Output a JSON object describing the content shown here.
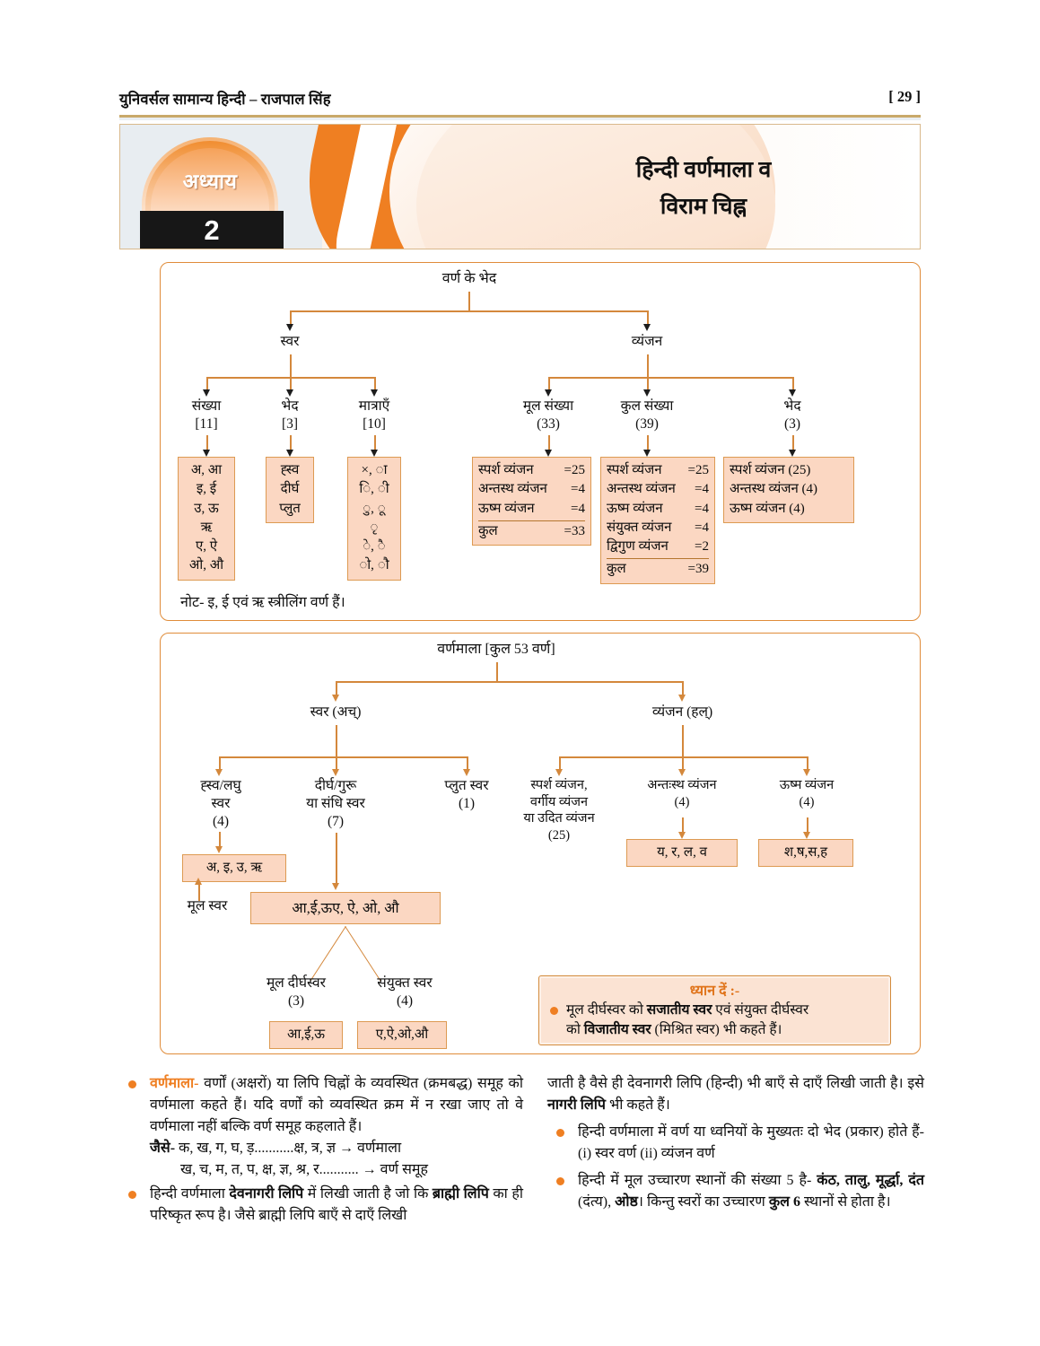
{
  "header": {
    "title": "युनिवर्सल सामान्य हिन्दी – राजपाल सिंह",
    "page_number": "[ 29 ]"
  },
  "banner": {
    "chapter_word": "अध्याय",
    "chapter_number": "2",
    "title_line1": "हिन्दी वर्णमाला व",
    "title_line2": "विराम चिह्न"
  },
  "diagram1": {
    "root": "वर्ण के भेद",
    "branch_swar": "स्वर",
    "branch_vyanjan": "व्यंजन",
    "swar_children": [
      {
        "label": "संख्या",
        "count": "[11]"
      },
      {
        "label": "भेद",
        "count": "[3]"
      },
      {
        "label": "मात्राएँ",
        "count": "[10]"
      }
    ],
    "vyanjan_children": [
      {
        "label": "मूल संख्या",
        "count": "(33)"
      },
      {
        "label": "कुल संख्या",
        "count": "(39)"
      },
      {
        "label": "भेद",
        "count": "(3)"
      }
    ],
    "box_sankhya": [
      "अ, आ",
      "इ, ई",
      "उ, ऊ",
      "ऋ",
      "ए, ऐ",
      "ओ, औ"
    ],
    "box_bhed": [
      "ह्स्व",
      "दीर्घ",
      "प्लुत"
    ],
    "box_matra": [
      "×, ा",
      "ि, ी",
      "ु, ू",
      "ृ",
      "े, ै",
      "ो, ौ"
    ],
    "box_mool_sankhya": {
      "rows": [
        {
          "name": "स्पर्श व्यंजन",
          "val": "=25"
        },
        {
          "name": "अन्तस्थ व्यंजन",
          "val": "=4"
        },
        {
          "name": "ऊष्म व्यंजन",
          "val": "=4"
        }
      ],
      "total": {
        "name": "कुल",
        "val": "=33"
      }
    },
    "box_kul_sankhya": {
      "rows": [
        {
          "name": "स्पर्श व्यंजन",
          "val": "=25"
        },
        {
          "name": "अन्तस्थ व्यंजन",
          "val": "=4"
        },
        {
          "name": "ऊष्म व्यंजन",
          "val": "=4"
        },
        {
          "name": "संयुक्त व्यंजन",
          "val": "=4"
        },
        {
          "name": "द्विगुण व्यंजन",
          "val": "=2"
        }
      ],
      "total": {
        "name": "कुल",
        "val": "=39"
      }
    },
    "box_bhed3": [
      "स्पर्श व्यंजन (25)",
      "अन्तस्थ व्यंजन (4)",
      "ऊष्म व्यंजन (4)"
    ],
    "note": "नोट- इ, ई एवं ऋ स्त्रीलिंग वर्ण हैं।"
  },
  "diagram2": {
    "root": "वर्णमाला [कुल 53 वर्ण]",
    "branch_swar": "स्वर (अच्)",
    "branch_vyanjan": "व्यंजन (हल्)",
    "swar_children": [
      {
        "l1": "ह्स्व/लघु",
        "l2": "स्वर",
        "count": "(4)"
      },
      {
        "l1": "दीर्घ/गुरू",
        "l2": "या संधि स्वर",
        "count": "(7)"
      },
      {
        "l1": "प्लुत स्वर",
        "l2": "",
        "count": "(1)"
      }
    ],
    "vyanjan_children": [
      {
        "l1": "स्पर्श व्यंजन,",
        "l2": "वर्गीय व्यंजन",
        "l3": "या उदित व्यंजन",
        "count": "(25)"
      },
      {
        "l1": "अन्तःस्थ व्यंजन",
        "l2": "",
        "count": "(4)"
      },
      {
        "l1": "ऊष्म व्यंजन",
        "l2": "",
        "count": "(4)"
      }
    ],
    "box_hrasva": "अ, इ, उ, ऋ",
    "label_mool_swar": "मूल स्वर",
    "box_dirgha": "आ,ई,ऊए, ऐ, ओ, औ",
    "box_antastha": "य, र, ल, व",
    "box_ushma": "श,ष,स,ह",
    "sub_left": {
      "label": "मूल दीर्घस्वर",
      "count": "(3)",
      "box": "आ,ई,ऊ"
    },
    "sub_right": {
      "label": "संयुक्त स्वर",
      "count": "(4)",
      "box": "ए,ऐ,ओ,औ"
    },
    "dhyan": {
      "title": "ध्यान दें :-",
      "text": "मूल दीर्घस्वर को सजातीय स्वर एवं संयुक्त दीर्घस्वर को विजातीय स्वर (मिश्रित स्वर) भी कहते हैं।"
    }
  },
  "bottom": {
    "left": {
      "b1_head": "वर्णमाला-",
      "b1_text": " वर्णों (अक्षरों) या लिपि चिह्नों के व्यवस्थित (क्रमबद्ध) समूह को वर्णमाला कहते हैं। यदि वर्णों को व्यवस्थित क्रम में न रखा जाए तो वे वर्णमाला नहीं बल्कि वर्ण समूह कहलाते हैं।",
      "b1_jaise": "जैसे-",
      "b1_line1": " क, ख, ग, घ, ड़...........क्ष, त्र, ज्ञ → वर्णमाला",
      "b1_line2": "ख, च, म, त, प, क्ष, ज्ञ, श्र, र........... → वर्ण समूह",
      "b2_text_1": "हिन्दी वर्णमाला ",
      "b2_bold_1": "देवनागरी लिपि",
      "b2_text_2": " में लिखी जाती है जो कि ",
      "b2_bold_2": "ब्राह्मी लिपि",
      "b2_text_3": " का ही परिष्कृत रूप है। जैसे ब्राह्मी लिपि बाएँ से दाएँ लिखी"
    },
    "right": {
      "cont_text_1": "जाती है वैसे ही देवनागरी लिपि (हिन्दी) भी बाएँ से दाएँ लिखी जाती है। इसे ",
      "cont_bold": "नागरी लिपि",
      "cont_text_2": " भी कहते हैं।",
      "b3_text": "हिन्दी वर्णमाला में वर्ण या ध्वनियों के मुख्यतः दो भेद (प्रकार) होते हैं- (i) स्वर वर्ण (ii) व्यंजन वर्ण",
      "b4_text_1": "हिन्दी में मूल उच्चारण स्थानों की संख्या 5 है- ",
      "b4_bold_1": "कंठ, तालु, मूर्द्धा, दंत",
      "b4_text_2": " (दंत्य), ",
      "b4_bold_2": "ओष्ठ",
      "b4_text_3": "। किन्तु स्वरों का उच्चारण ",
      "b4_bold_3": "कुल 6",
      "b4_text_4": " स्थानों से होता है।"
    }
  },
  "colors": {
    "accent_orange": "#ef7f22",
    "connector": "#d4883c",
    "box_fill": "#fbd7c2",
    "box_border": "#dd9a52",
    "panel_border": "#e08c3a"
  }
}
